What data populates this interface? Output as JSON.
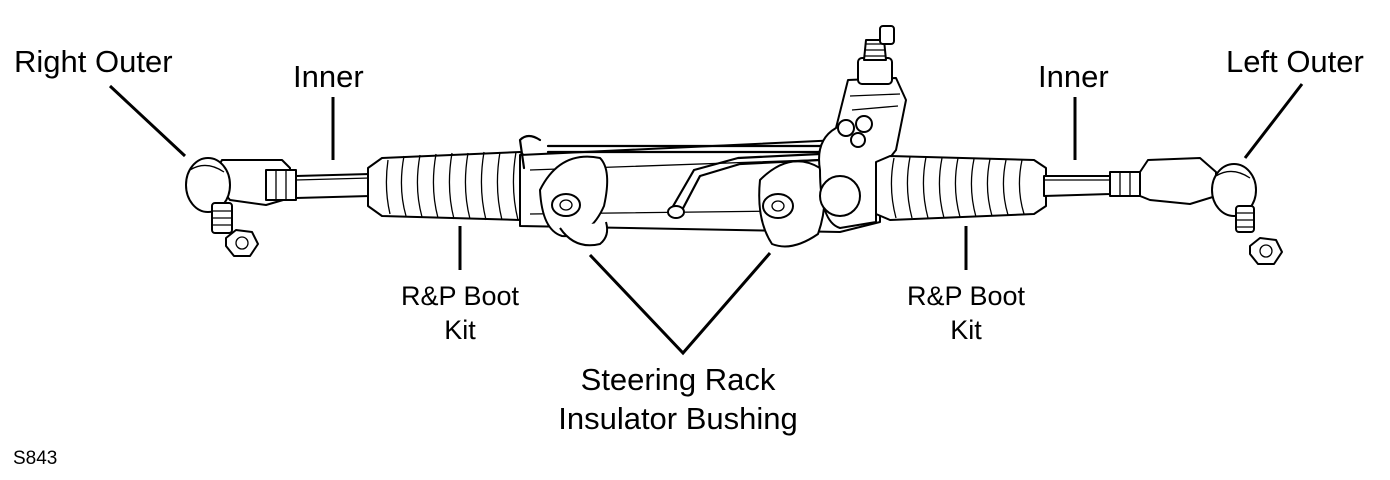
{
  "labels": {
    "right_outer": "Right Outer",
    "inner_left": "Inner",
    "inner_right": "Inner",
    "left_outer": "Left Outer",
    "boot_left": [
      "R&P Boot",
      "Kit"
    ],
    "boot_right": [
      "R&P Boot",
      "Kit"
    ],
    "bushing": [
      "Steering Rack",
      "Insulator Bushing"
    ],
    "code": "S843"
  },
  "colors": {
    "ink": "#000000",
    "paper": "#ffffff"
  }
}
